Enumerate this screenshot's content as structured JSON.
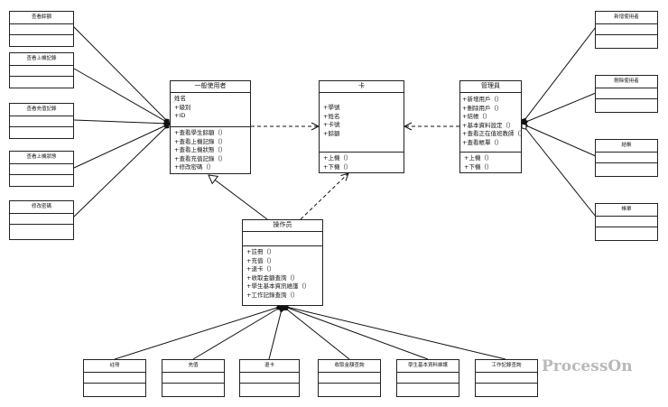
{
  "left_classes": [
    {
      "title": "查看餘額"
    },
    {
      "title": "查看上機記錄"
    },
    {
      "title": "查看充值記錄"
    },
    {
      "title": "查看上機狀態"
    },
    {
      "title": "修改密碼"
    }
  ],
  "right_classes": [
    {
      "title": "新增使用者"
    },
    {
      "title": "刪除使用者"
    },
    {
      "title": "結帳"
    },
    {
      "title": "帳單"
    }
  ],
  "bottom_classes": [
    {
      "title": "註冊"
    },
    {
      "title": "充值"
    },
    {
      "title": "退卡"
    },
    {
      "title": "收取金額查詢"
    },
    {
      "title": "學生基本資料維護"
    },
    {
      "title": "工作記錄查詢"
    }
  ],
  "user_class": {
    "title": "一般使用者",
    "attributes": [
      "姓名",
      "+級別",
      "+ID"
    ],
    "methods": [
      "+查看學生餘額（）",
      "+查看上機記錄（）",
      "+查看上機狀態（）",
      "+查看充值記錄（）",
      "+修改密碼（）"
    ]
  },
  "card_class": {
    "title": "卡",
    "attributes": [
      "+學號",
      "+姓名",
      "+卡號",
      "+餘額"
    ],
    "methods": [
      "+上機（）",
      "+下機（）"
    ]
  },
  "admin_class": {
    "title": "管理員",
    "attributes": [
      "+新增用戶（）",
      "+刪除用戶（）",
      "+結帳（）",
      "+基本資料設定（）",
      "+查看正在值班教師（）",
      "+查看帳單（）"
    ],
    "methods": [
      "+上機（）",
      "+下機（）"
    ]
  },
  "operator_class": {
    "title": "操作员",
    "attributes": [],
    "methods": [
      "+註冊（）",
      "+充值（）",
      "+退卡（）",
      "+收取金額查詢（）",
      "+學生基本資訊維護（）",
      "+工作記錄查詢（）"
    ]
  },
  "watermark": "ProcessOn"
}
